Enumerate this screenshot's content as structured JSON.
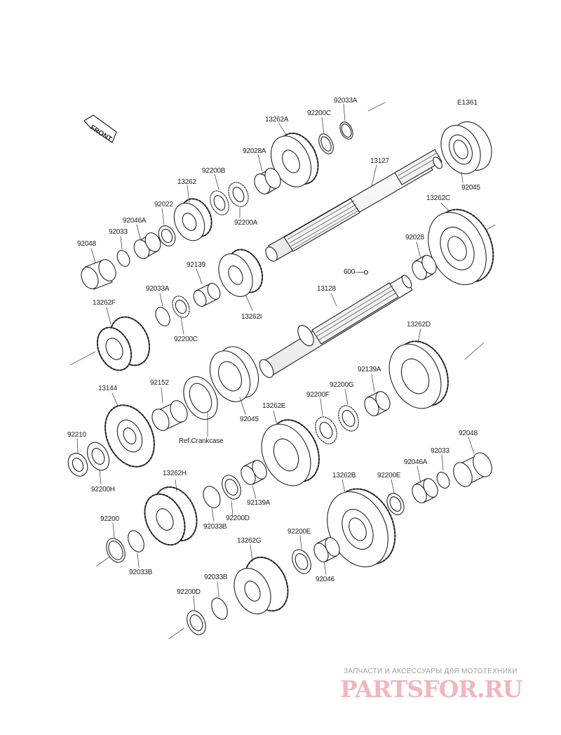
{
  "diagram_code": "E1361",
  "front_label": "FRONT",
  "ref_label": "Ref.Crankcase",
  "watermark": {
    "subtitle": "ЗАПЧАСТИ И АКСЕССУАРЫ ДЛЯ МОТОТЕХНИКИ",
    "brand": "PARTSFOR.RU"
  },
  "callouts": {
    "p92033A_top": "92033A",
    "p92200C_top": "92200C",
    "p13262A": "13262A",
    "p92028A": "92028A",
    "p13127": "13127",
    "p92200B": "92200B",
    "p13262": "13262",
    "p92022": "92022",
    "p92046A_top": "92046A",
    "p92033_top": "92033",
    "p92048_top": "92048",
    "p92200A": "92200A",
    "p92045_top": "92045",
    "p13262C": "13262C",
    "p92028": "92028",
    "p600": "600",
    "p13128": "13128",
    "p92139": "92139",
    "p92033A_mid": "92033A",
    "p13262F": "13262F",
    "p92200C_mid": "92200C",
    "p13262I": "13262I",
    "p13262D": "13262D",
    "p92139A_right": "92139A",
    "p92200G": "92200G",
    "p92200F": "92200F",
    "p13144": "13144",
    "p92152": "92152",
    "p92045_mid": "92045",
    "p13262E": "13262E",
    "p92210": "92210",
    "p92200H": "92200H",
    "p92048_right": "92048",
    "p92033_right": "92033",
    "p92046A_right": "92046A",
    "p92200E_right": "92200E",
    "p13262B": "13262B",
    "p13262H": "13262H",
    "p92033B_mid": "92033B",
    "p92200D_mid": "92200D",
    "p92139A_mid": "92139A",
    "p92200": "92200",
    "p92033B_left": "92033B",
    "p92200E_bottom": "92200E",
    "p92046": "92046",
    "p13262G": "13262G",
    "p92033B_bottom": "92033B",
    "p92200D_bottom": "92200D"
  }
}
